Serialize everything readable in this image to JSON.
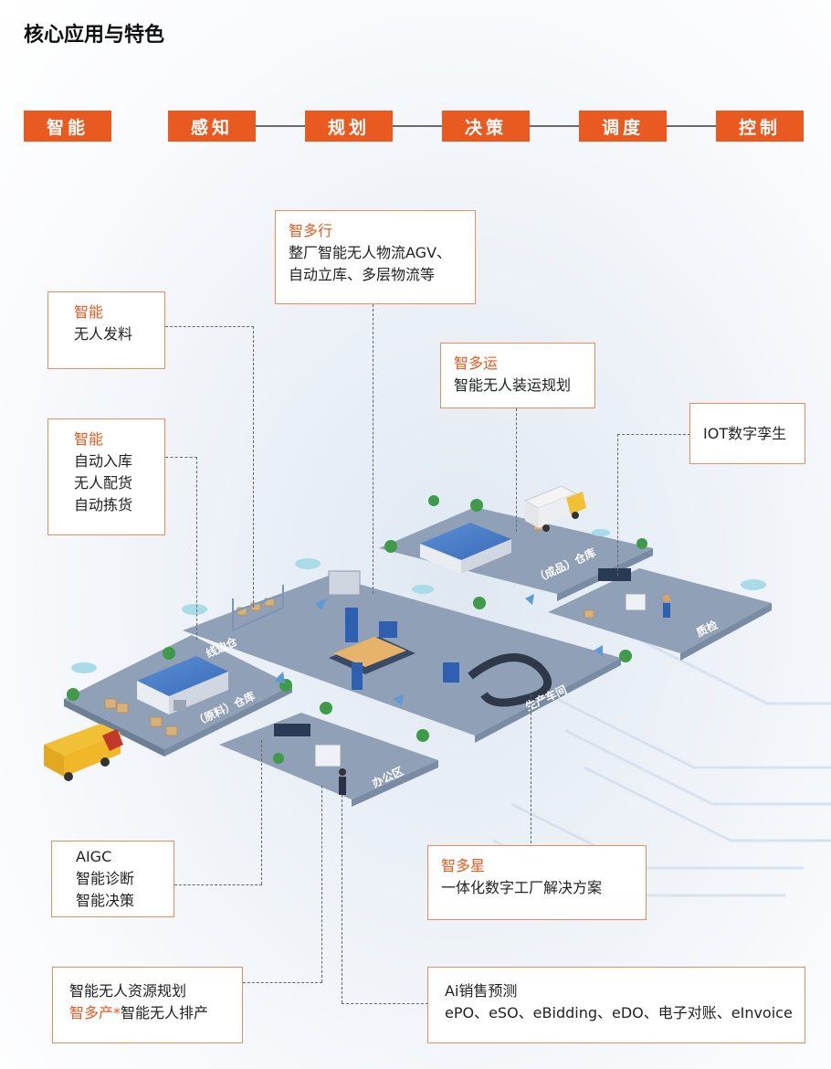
{
  "title": "核心应用与特色",
  "steps": [
    "智能",
    "感知",
    "规划",
    "决策",
    "调度",
    "控制"
  ],
  "callouts": {
    "zhiduoxing": {
      "title": "智多行",
      "lines": [
        "整厂智能无人物流AGV、",
        "自动立库、多层物流等"
      ]
    },
    "faliao": {
      "title": "智能",
      "lines": [
        "无人发料"
      ]
    },
    "kuchu": {
      "title": "智能",
      "lines": [
        "自动入库",
        "无人配货",
        "自动拣货"
      ]
    },
    "zhiduoyun": {
      "title": "智多运",
      "lines": [
        "智能无人装运规划"
      ]
    },
    "iot": {
      "lines": [
        "IOT数字孪生"
      ]
    },
    "aigc": {
      "lines": [
        "AIGC",
        "智能诊断",
        "智能决策"
      ]
    },
    "zhiduoxing2": {
      "title": "智多星",
      "lines": [
        "一体化数字工厂解决方案"
      ]
    },
    "ziyuan": {
      "line1": "智能无人资源规划",
      "hl": "智多产*",
      "line2": "智能无人排产"
    },
    "sales": {
      "lines": [
        "Ai销售预测",
        "ePO、eSO、eBidding、eDO、电子对账、eInvoice"
      ]
    }
  },
  "zones": {
    "raw_warehouse": "（原料）仓库",
    "line_side": "线边仓",
    "production": "生产车间",
    "finished_warehouse": "（成品）仓库",
    "quality": "质检",
    "office": "办公区"
  },
  "colors": {
    "accent": "#e85a1f",
    "floor": "#8fa0b7",
    "floor_edge": "#6d7f97"
  }
}
